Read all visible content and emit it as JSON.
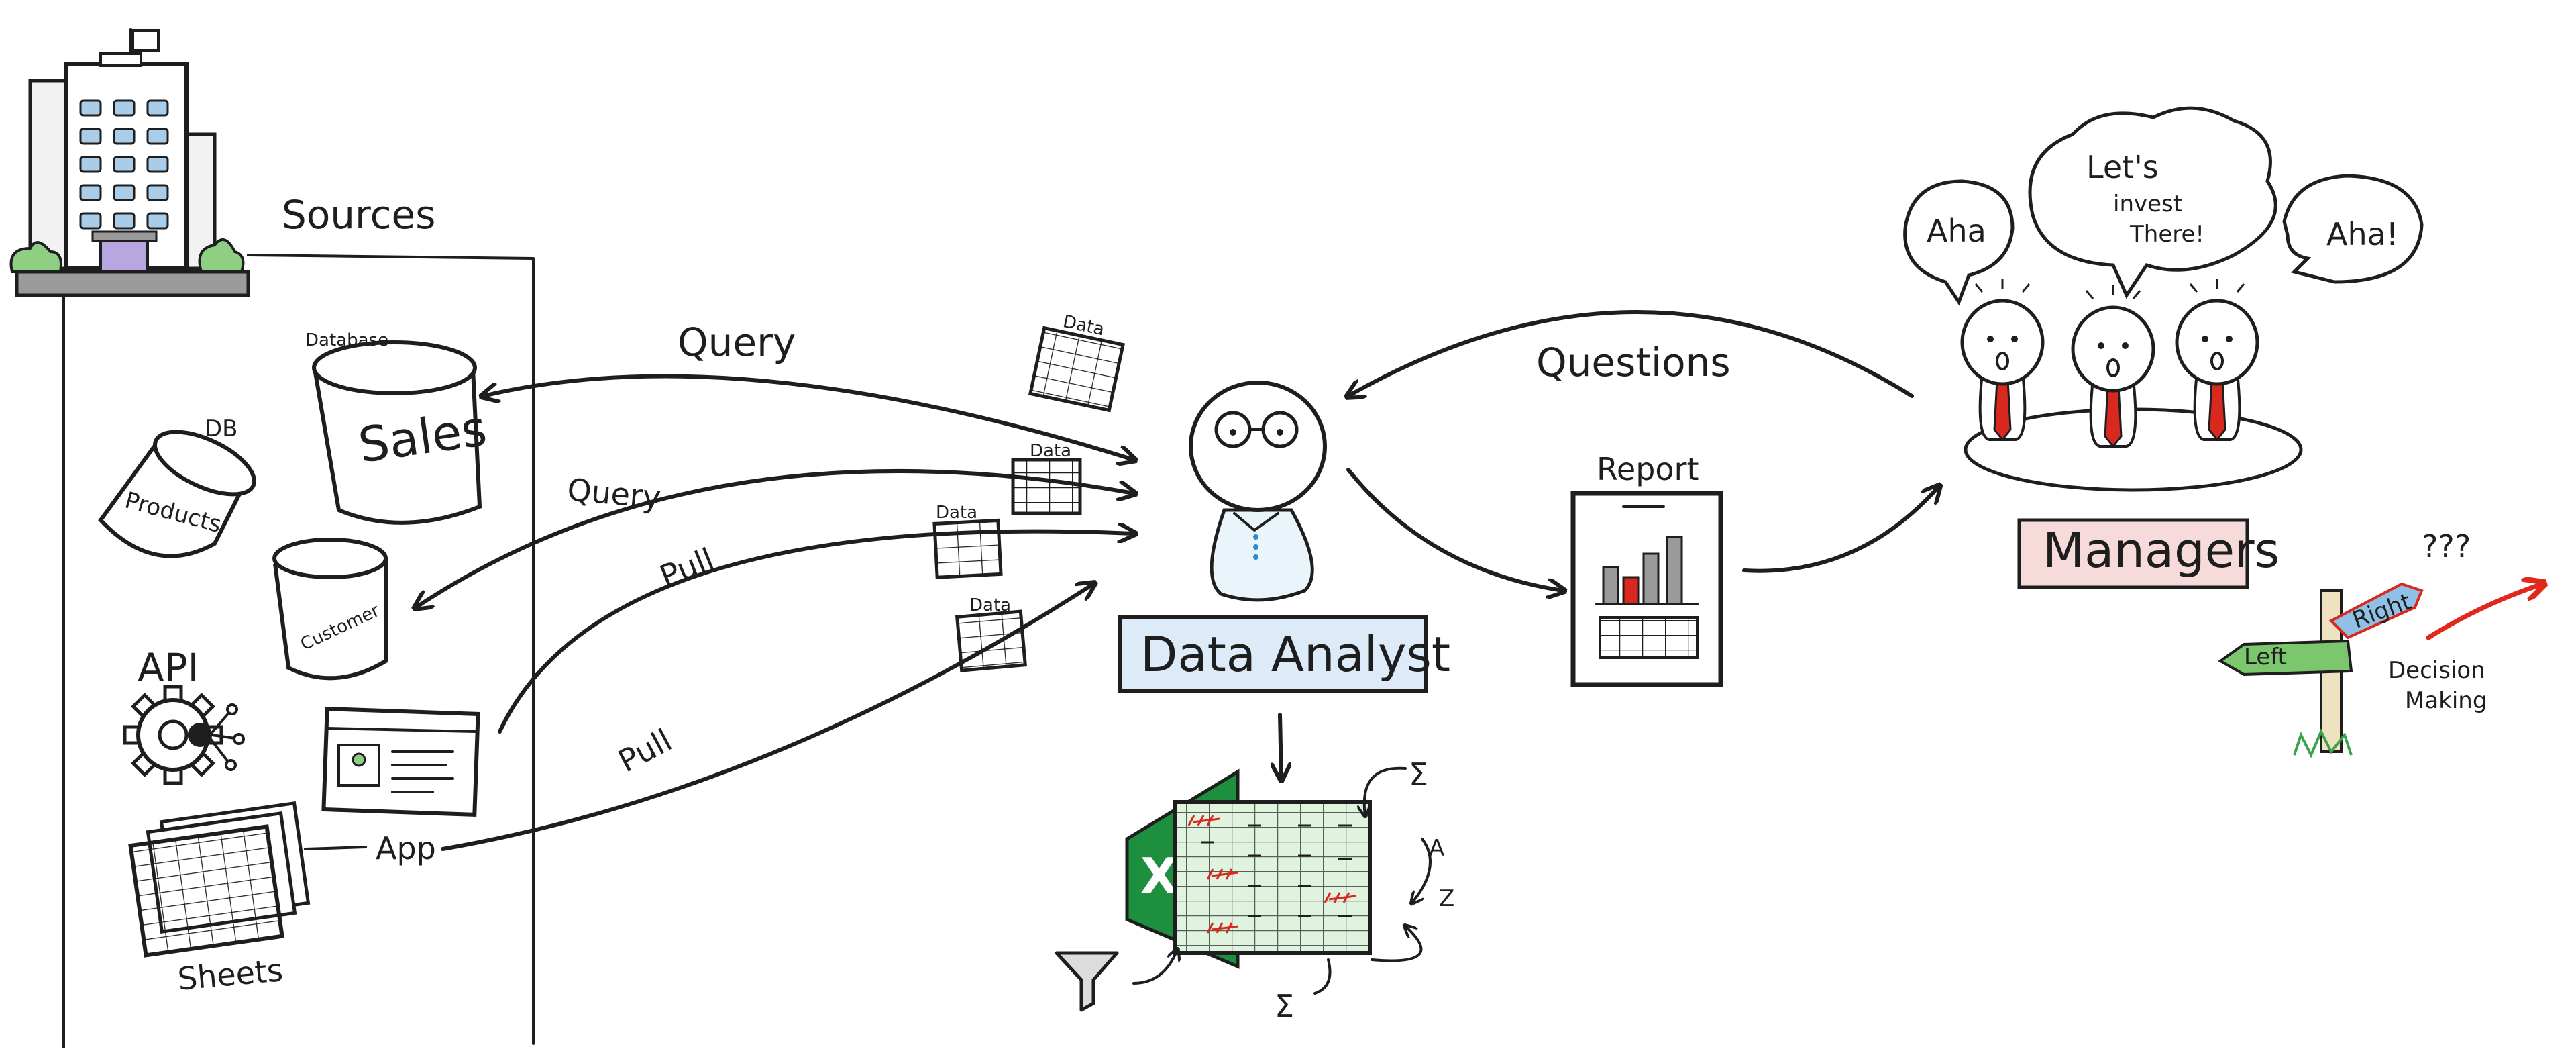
{
  "labels": {
    "sources": "Sources",
    "database": "Database",
    "sales": "Sales",
    "db": "DB",
    "products": "Products",
    "customer": "Customer",
    "api": "API",
    "app": "App",
    "sheets": "Sheets",
    "query_top": "Query",
    "query_mid": "Query",
    "pull_top": "Pull",
    "pull_bottom": "Pull",
    "data_1": "Data",
    "data_2": "Data",
    "data_3": "Data",
    "data_4": "Data",
    "data_analyst": "Data Analyst",
    "questions": "Questions",
    "report": "Report",
    "managers": "Managers",
    "bubble_left": "Aha",
    "bubble_center_1": "Let's",
    "bubble_center_2": "invest",
    "bubble_center_3": "There!",
    "bubble_right": "Aha!",
    "sign_left": "Left",
    "sign_right": "Right",
    "question_marks": "???",
    "decision_1": "Decision",
    "decision_2": "Making",
    "sigma_top": "Σ",
    "sigma_bottom": "Σ",
    "sort_a": "A",
    "sort_z": "Z",
    "excel_x": "X"
  },
  "colors": {
    "ink": "#1e1e1e",
    "excel_green": "#1e8f3e",
    "sheet_green": "#dff3df",
    "analyst_label_bg": "#dcebf7",
    "managers_label_bg": "#f7dada",
    "tie_red": "#d9281e",
    "sign_blue": "#8fc1e6",
    "sign_green": "#7cc66e",
    "arrow_red": "#e0281c",
    "building_window": "#a9cde8",
    "bush_green": "#8fcf84",
    "report_bar_red": "#d9281e",
    "report_bar_gray": "#9a9a9a"
  },
  "icons": [
    "building-icon",
    "gear-icon",
    "funnel-icon",
    "excel-icon",
    "signpost-icon"
  ]
}
